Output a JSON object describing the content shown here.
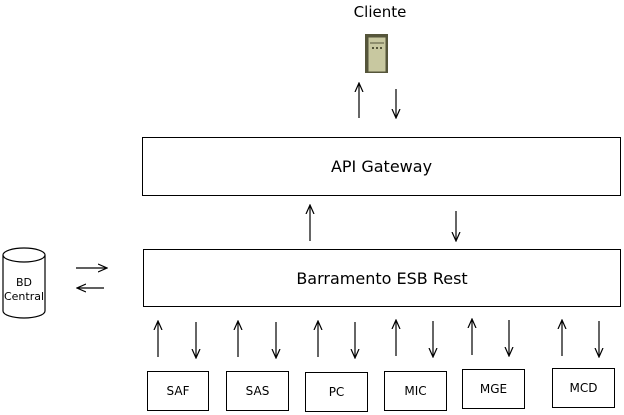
{
  "client": {
    "label": "Cliente",
    "icon": "server-icon"
  },
  "api_gateway": {
    "label": "API Gateway"
  },
  "esb": {
    "label": "Barramento ESB Rest"
  },
  "database": {
    "label_line1": "BD",
    "label_line2": "Central",
    "icon": "database-icon"
  },
  "modules": [
    {
      "label": "SAF"
    },
    {
      "label": "SAS"
    },
    {
      "label": "PC"
    },
    {
      "label": "MIC"
    },
    {
      "label": "MGE"
    },
    {
      "label": "MCD"
    }
  ],
  "colors": {
    "line": "#000000",
    "server_fill": "#c8c8a0",
    "server_dark": "#55553a"
  }
}
